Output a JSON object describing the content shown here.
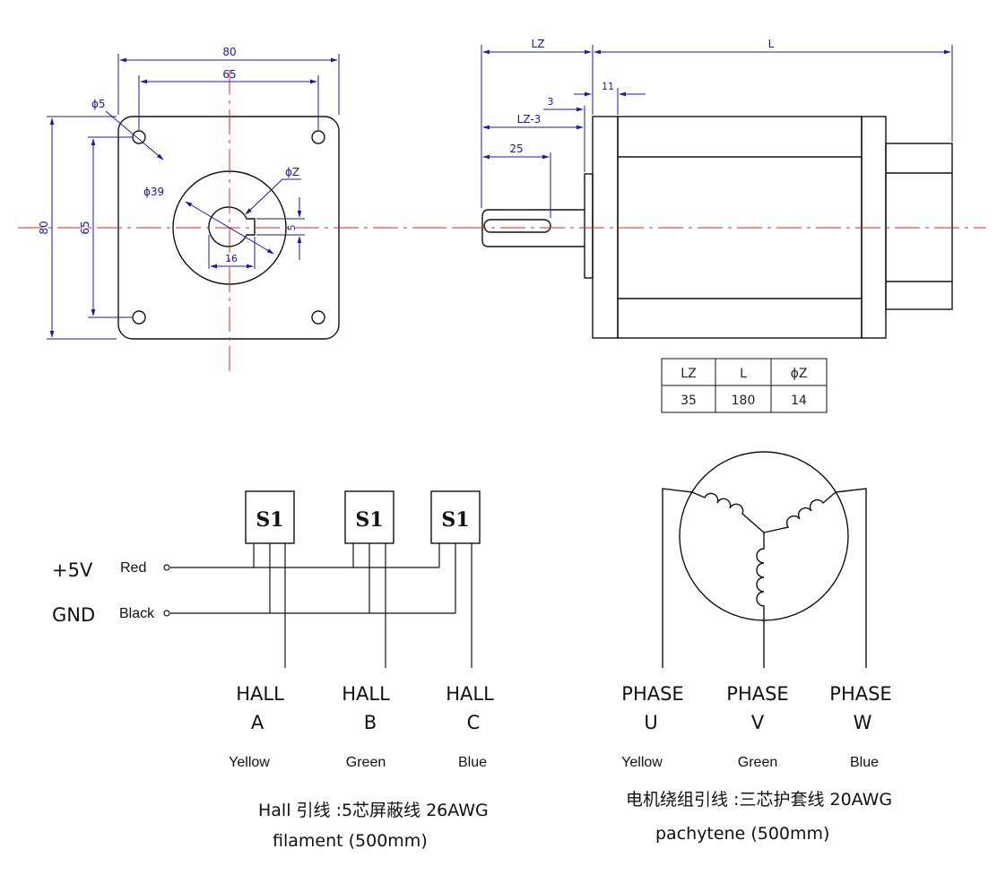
{
  "front_view": {
    "dim_width_outer": "80",
    "dim_width_holes": "65",
    "dim_height_outer": "80",
    "dim_height_holes": "65",
    "dim_hole": "ϕ5",
    "dim_boss": "ϕ39",
    "dim_shaft": "ϕZ",
    "dim_key_width": "5",
    "dim_key_depth": "16"
  },
  "side_view": {
    "dim_lz": "LZ",
    "dim_l": "L",
    "dim_3": "3",
    "dim_11": "11",
    "dim_lz3": "LZ-3",
    "dim_25": "25"
  },
  "spec_table": {
    "headers": [
      "LZ",
      "L",
      "ϕZ"
    ],
    "values": [
      "35",
      "180",
      "14"
    ]
  },
  "hall_wiring": {
    "sensor_label": "S1",
    "supply": [
      {
        "name": "+5V",
        "color": "Red"
      },
      {
        "name": "GND",
        "color": "Black"
      }
    ],
    "outputs": [
      {
        "line1": "HALL",
        "line2": "A",
        "color": "Yellow"
      },
      {
        "line1": "HALL",
        "line2": "B",
        "color": "Green"
      },
      {
        "line1": "HALL",
        "line2": "C",
        "color": "Blue"
      }
    ],
    "note_line1": "Hall 引线 :5芯屏蔽线 26AWG",
    "note_line2": "filament (500mm)"
  },
  "motor_wiring": {
    "phases": [
      {
        "line1": "PHASE",
        "line2": "U",
        "color": "Yellow"
      },
      {
        "line1": "PHASE",
        "line2": "V",
        "color": "Green"
      },
      {
        "line1": "PHASE",
        "line2": "W",
        "color": "Blue"
      }
    ],
    "note_line1": "电机绕组引线 :三芯护套线 20AWG",
    "note_line2": "pachytene (500mm)"
  }
}
